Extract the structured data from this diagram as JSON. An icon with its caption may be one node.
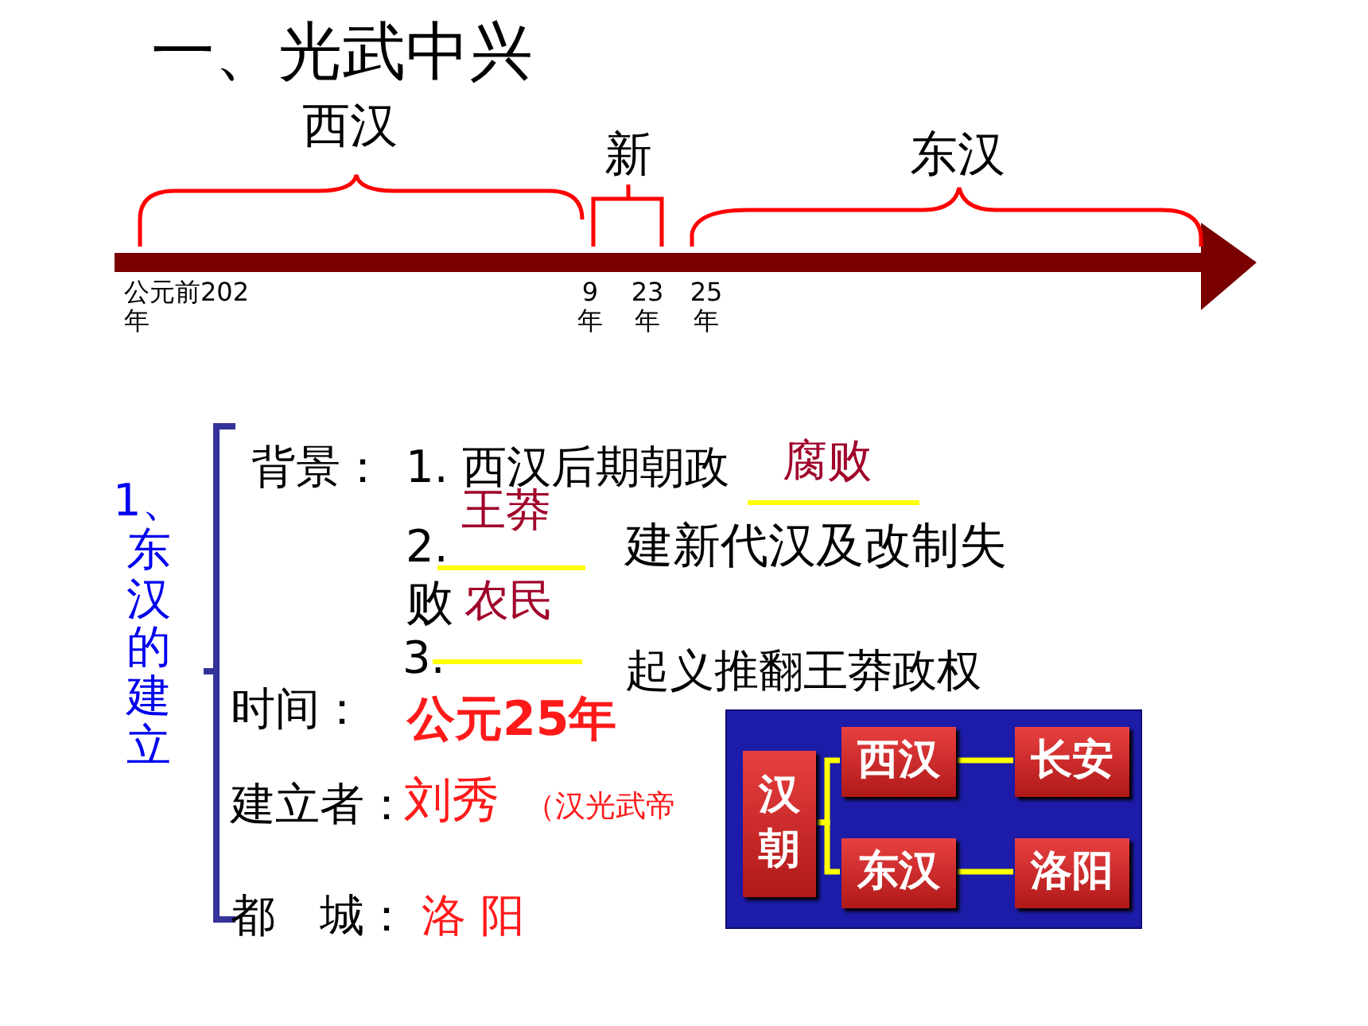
{
  "diagram": {
    "title": "一、光武中兴",
    "nodes": [
      {
        "text": [],
        "shape": "box"
      },
      {
        "text": [
          "汉朝"
        ],
        "in": 0
      },
      {
        "text": [
          "西汉"
        ],
        "in": 0
      },
      {
        "text": [
          "东汉"
        ],
        "in": 0
      },
      {
        "text": [
          "长安"
        ],
        "in": 0
      },
      {
        "text": [
          "洛阳"
        ],
        "in": 0
      }
    ],
    "edges": [
      {
        "from": 1,
        "to": 2,
        "arrow": "none"
      },
      {
        "from": 1,
        "to": 3,
        "arrow": "none"
      },
      {
        "from": 2,
        "to": 4,
        "arrow": "none"
      },
      {
        "from": 3,
        "to": 5,
        "arrow": "none"
      }
    ],
    "labels": [
      "西汉",
      "新",
      "东汉",
      "公元前202年",
      "9年",
      "23年",
      "25年",
      "1、东汉的建立",
      "背景：",
      "1. 西汉后期朝政",
      "腐败",
      "2.",
      "王莽",
      "建新代汉及改制失败",
      "农民",
      "3.",
      "起义推翻王莽政权",
      "时间：",
      "公元25年",
      "建立者：",
      "刘秀",
      "（汉光武帝",
      "都　城：",
      "洛 阳"
    ]
  }
}
